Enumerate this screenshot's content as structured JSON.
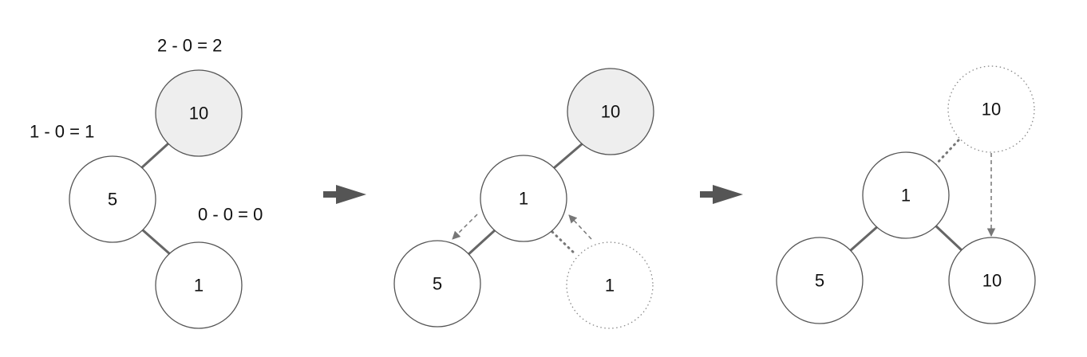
{
  "colors": {
    "highlight_fill": "#eeeeee",
    "node_fill": "#ffffff",
    "edge": "#666666",
    "step_arrow": "#555555"
  },
  "step1": {
    "nodes": {
      "top": "10",
      "middle": "5",
      "bottom": "1"
    },
    "labels": {
      "top": "2 - 0 = 2",
      "middle": "1 - 0 = 1",
      "bottom": "0 - 0 = 0"
    }
  },
  "step2": {
    "nodes": {
      "top": "10",
      "middle": "1",
      "left": "5",
      "ghost": "1"
    }
  },
  "step3": {
    "nodes": {
      "ghost": "10",
      "root": "1",
      "left": "5",
      "right": "10"
    }
  }
}
